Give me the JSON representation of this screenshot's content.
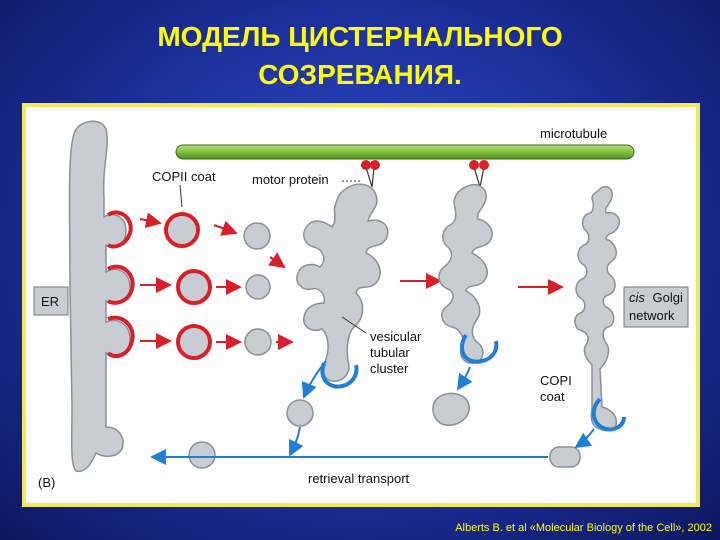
{
  "slide": {
    "title_line1": "МОДЕЛЬ ЦИСТЕРНАЛЬНОГО",
    "title_line2": "СОЗРЕВАНИЯ.",
    "citation": "Alberts B. et al «Molecular Biology of the Cell», 2002"
  },
  "diagram": {
    "labels": {
      "microtubule": "microtubule",
      "copii_coat": "COPII coat",
      "motor_protein": "motor protein",
      "er": "ER",
      "cis_golgi_1": "cis",
      "cis_golgi_2": "Golgi",
      "cis_golgi_3": "network",
      "vesicular": "vesicular",
      "tubular": "tubular",
      "cluster": "cluster",
      "copi": "COPI",
      "coat": "coat",
      "retrieval_transport": "retrieval transport",
      "panel_letter": "(B)"
    },
    "colors": {
      "membrane_fill": "#c8cdd3",
      "membrane_stroke": "#8a9098",
      "copii_red": "#d8202a",
      "copi_blue": "#1f7fd4",
      "microtubule_green": "#7fc241",
      "arrow_red": "#d8202a",
      "arrow_blue": "#1f7fd4"
    }
  }
}
